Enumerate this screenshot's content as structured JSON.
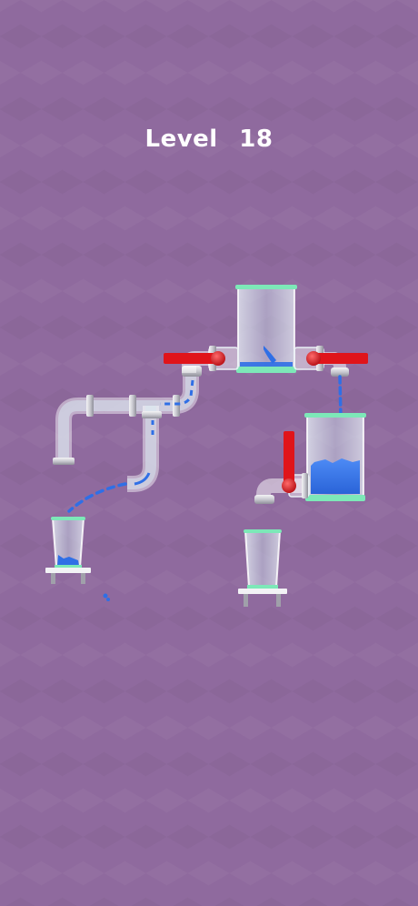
{
  "hud": {
    "level_label": "Level",
    "level_number": "18"
  },
  "colors": {
    "background": "#8f6a9e",
    "water": "#2f6fe6",
    "valve": "#e0141a",
    "container_rim": "#7de8b8",
    "glass": "#cfe3ee"
  },
  "game": {
    "source_tank_water_level": 0.05,
    "right_tank_water_level": 0.35,
    "left_cup_water_level": 0.12,
    "right_cup_water_level": 0.0
  }
}
